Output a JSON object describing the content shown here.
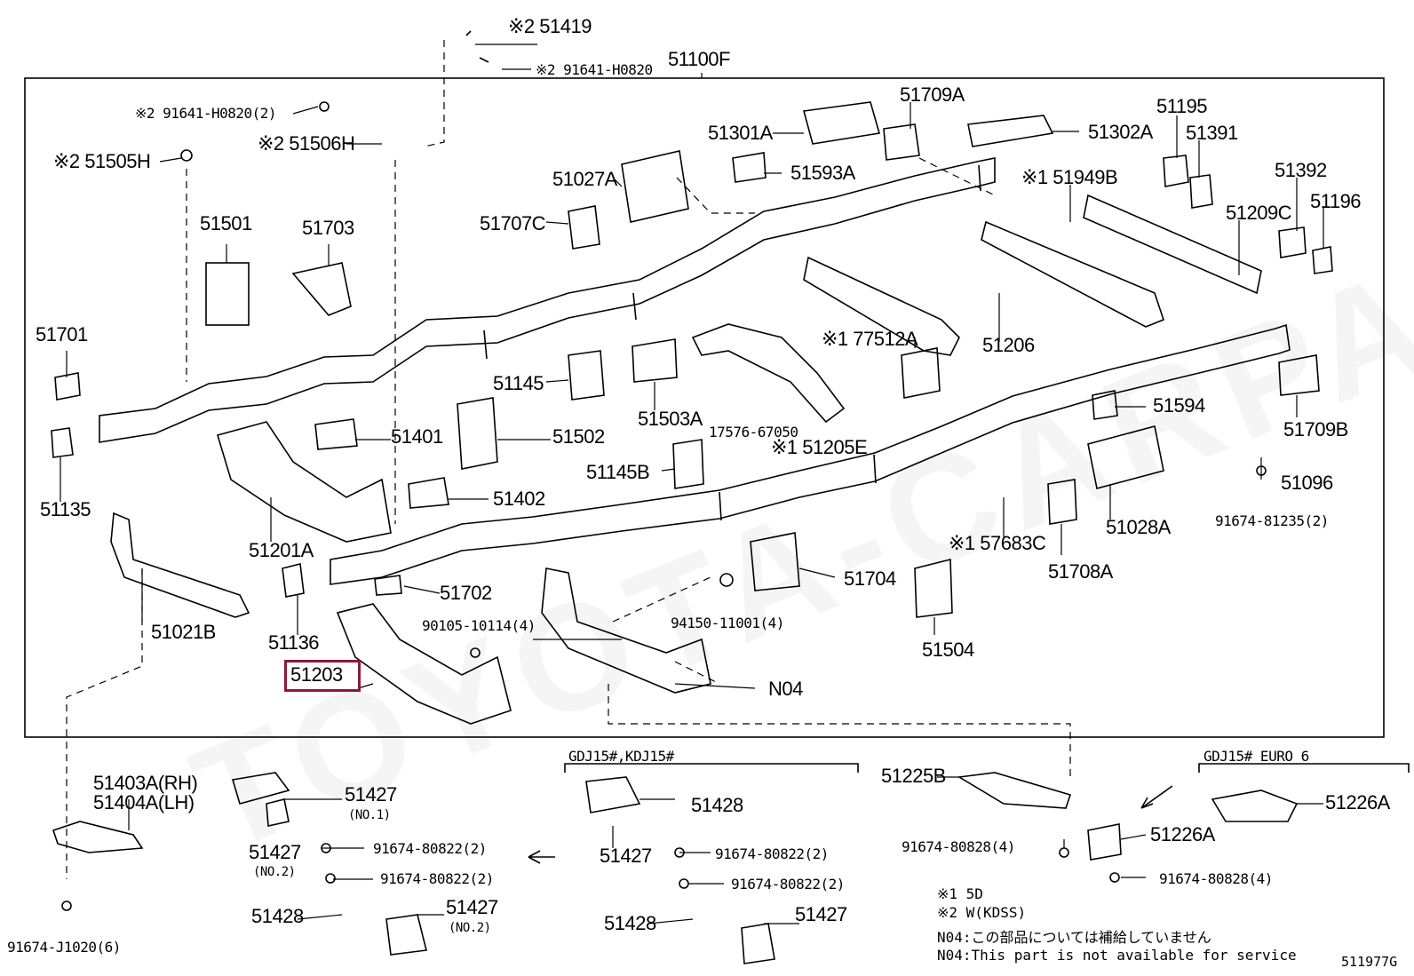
{
  "watermark": "TOYOTA-CARPARTS.RU",
  "labels": {
    "l51419": "※2 51419",
    "l91641a": "※2 91641-H0820",
    "l51100F": "51100F",
    "l91641b": "※2 91641-H0820(2)",
    "l51506H": "※2 51506H",
    "l51505H": "※2 51505H",
    "l51501": "51501",
    "l51703": "51703",
    "l51701": "51701",
    "l51135": "51135",
    "l51201A": "51201A",
    "l51021B": "51021B",
    "l51136": "51136",
    "l51203": "51203",
    "l51401": "51401",
    "l51502": "51502",
    "l51402": "51402",
    "l51702": "51702",
    "l90105": "90105-10114(4)",
    "l94150": "94150-11001(4)",
    "lN04": "N04",
    "l51145": "51145",
    "l51503A": "51503A",
    "l17576": "17576-67050",
    "l51205E": "※1 51205E",
    "l51145B": "51145B",
    "l51704": "51704",
    "l51504": "51504",
    "l51027A": "51027A",
    "l51707C": "51707C",
    "l51301A": "51301A",
    "l51593A": "51593A",
    "l51709A": "51709A",
    "l51302A": "51302A",
    "l51195": "51195",
    "l51391": "51391",
    "l51392": "51392",
    "l51196": "51196",
    "l51209C": "51209C",
    "l51949B": "※1 51949B",
    "l51206": "51206",
    "l77512A": "※1 77512A",
    "l51594": "51594",
    "l51709B": "51709B",
    "l51096": "51096",
    "l91674_81235": "91674-81235(2)",
    "l51028A": "51028A",
    "l57683C": "※1 57683C",
    "l51708A": "51708A",
    "l51403A": "51403A(RH)",
    "l51404A": "51404A(LH)",
    "l91674J": "91674-J1020(6)",
    "l51427a": "51427",
    "l51427a_sub": "(NO.1)",
    "l51427b": "51427",
    "l51427b_sub": "(NO.2)",
    "l91674_80822a": "91674-80822(2)",
    "l91674_80822b": "91674-80822(2)",
    "l51428a": "51428",
    "l51427c": "51427",
    "l51427c_sub": "(NO.2)",
    "gdj_header": "GDJ15#,KDJ15#",
    "l51428b": "51428",
    "l51427d": "51427",
    "l91674_80822c": "91674-80822(2)",
    "l91674_80822d": "91674-80822(2)",
    "l51428c": "51428",
    "l51427e": "51427",
    "l51225B": "51225B",
    "l91674_80828a": "91674-80828(4)",
    "euro_header": "GDJ15# EURO 6",
    "l51226A_a": "51226A",
    "l51226A_b": "51226A",
    "l91674_80828b": "91674-80828(4)",
    "note1": "※1 5D",
    "note2": "※2 W(KDSS)",
    "note3": "N04:この部品については補給していません",
    "note4": "N04:This part is not available for service",
    "diagram_id": "511977G"
  },
  "colors": {
    "highlight": "#8b1a3a",
    "line": "#000000"
  }
}
